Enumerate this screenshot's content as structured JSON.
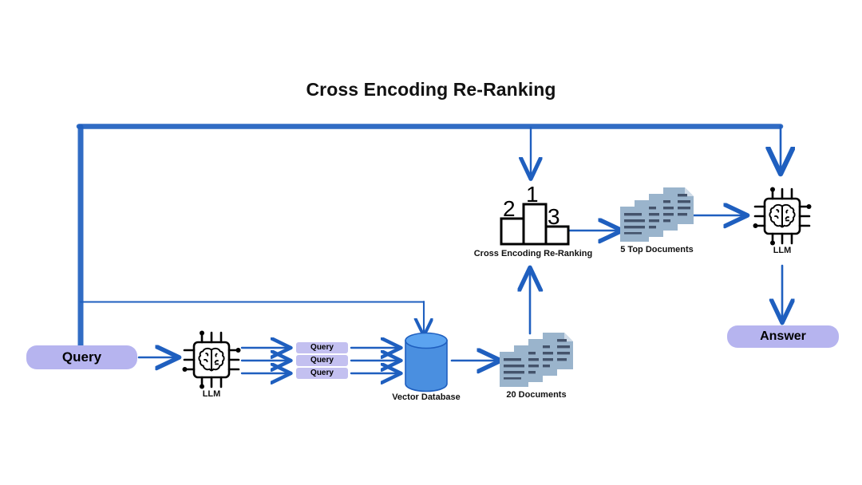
{
  "diagram": {
    "title": "Cross Encoding Re-Ranking",
    "background_color": "#ffffff",
    "accent_color": "#1f5fbf",
    "pill_color": "#b6b4ef",
    "document_color": "#9ab4cc",
    "database_color": "#4a8fe0"
  },
  "nodes": {
    "query": {
      "label": "Query"
    },
    "llm_left": {
      "label": "LLM",
      "icon": "chip-brain-icon"
    },
    "query_tags": [
      {
        "label": "Query"
      },
      {
        "label": "Query"
      },
      {
        "label": "Query"
      }
    ],
    "vector_db": {
      "label": "Vector Database",
      "icon": "cylinder-database-icon"
    },
    "documents_retrieved": {
      "label": "20 Documents",
      "icon": "document-stack-icon"
    },
    "reranker": {
      "label": "Cross Encoding Re-Ranking",
      "icon": "podium-icon",
      "ranks": [
        "2",
        "1",
        "3"
      ]
    },
    "documents_top": {
      "label": "5 Top Documents",
      "icon": "document-stack-icon"
    },
    "llm_right": {
      "label": "LLM",
      "icon": "chip-brain-icon"
    },
    "answer": {
      "label": "Answer"
    }
  },
  "flow": [
    {
      "from": "query",
      "to": "llm_left"
    },
    {
      "from": "llm_left",
      "to": "query_tags"
    },
    {
      "from": "query_tags",
      "to": "vector_db"
    },
    {
      "from": "vector_db",
      "to": "documents_retrieved"
    },
    {
      "from": "documents_retrieved",
      "to": "reranker"
    },
    {
      "from": "reranker",
      "to": "documents_top"
    },
    {
      "from": "documents_top",
      "to": "llm_right"
    },
    {
      "from": "llm_right",
      "to": "answer"
    },
    {
      "from": "query",
      "to": "reranker"
    },
    {
      "from": "query",
      "to": "llm_right"
    },
    {
      "from": "query",
      "to": "vector_db"
    }
  ]
}
